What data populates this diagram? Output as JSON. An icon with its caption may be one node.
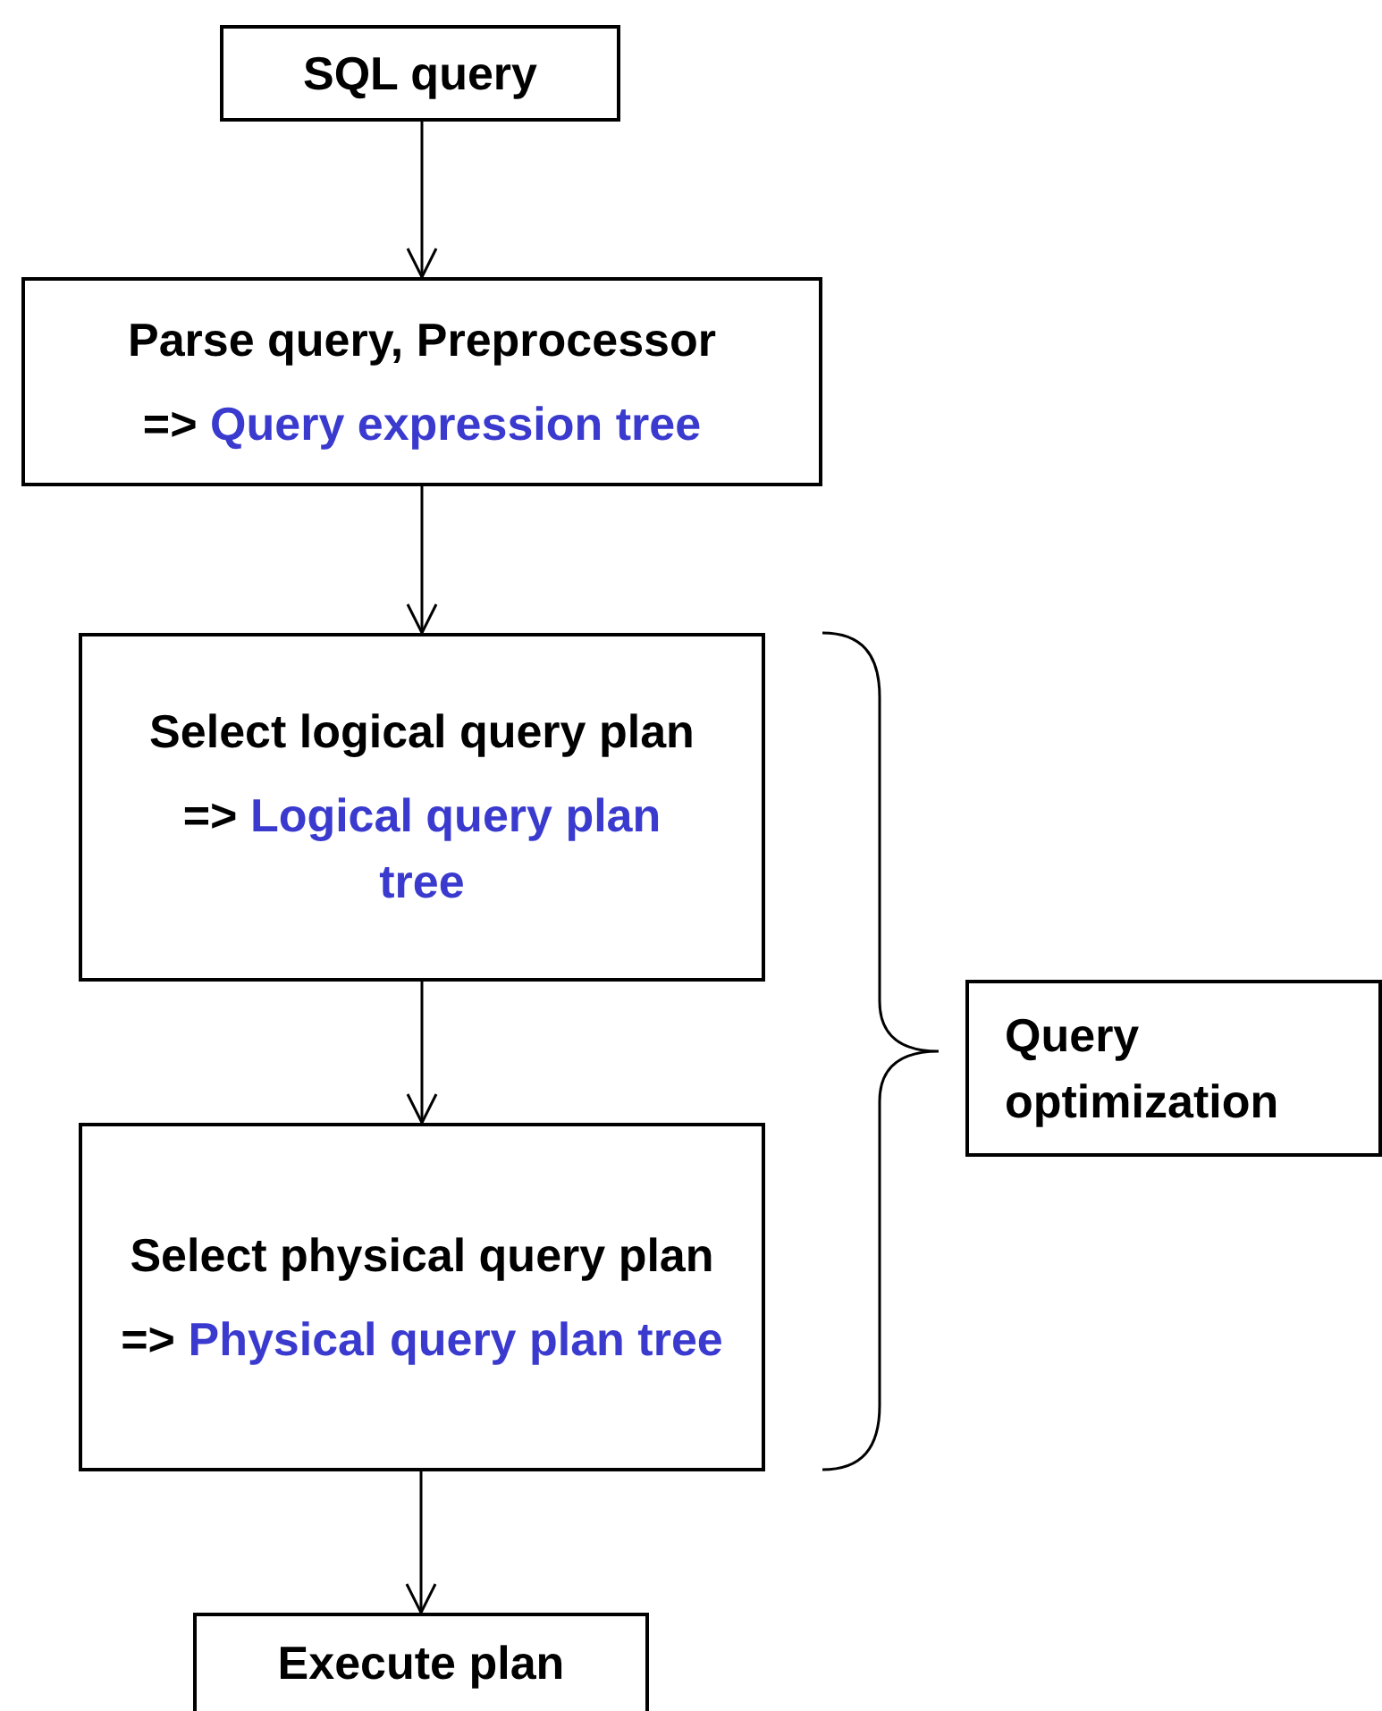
{
  "diagram": {
    "nodes": [
      {
        "text": [
          "SQL query"
        ]
      },
      {
        "text": [
          "Parse query, Preprocessor",
          "=>",
          "Query expression tree"
        ]
      },
      {
        "text": [
          "Select logical  query plan",
          "=>",
          "Logical query plan tree"
        ]
      },
      {
        "text": [
          "Select physical  query plan",
          "=>",
          "Physical query plan tree"
        ]
      },
      {
        "text": [
          "Execute plan"
        ]
      },
      {
        "text": [
          "Query optimization"
        ]
      }
    ],
    "edges": [
      {
        "from": 0,
        "to": 1,
        "arrow": "to"
      },
      {
        "from": 1,
        "to": 2,
        "arrow": "to"
      },
      {
        "from": 2,
        "to": 3,
        "arrow": "to"
      },
      {
        "from": 3,
        "to": 4,
        "arrow": "to"
      }
    ]
  }
}
